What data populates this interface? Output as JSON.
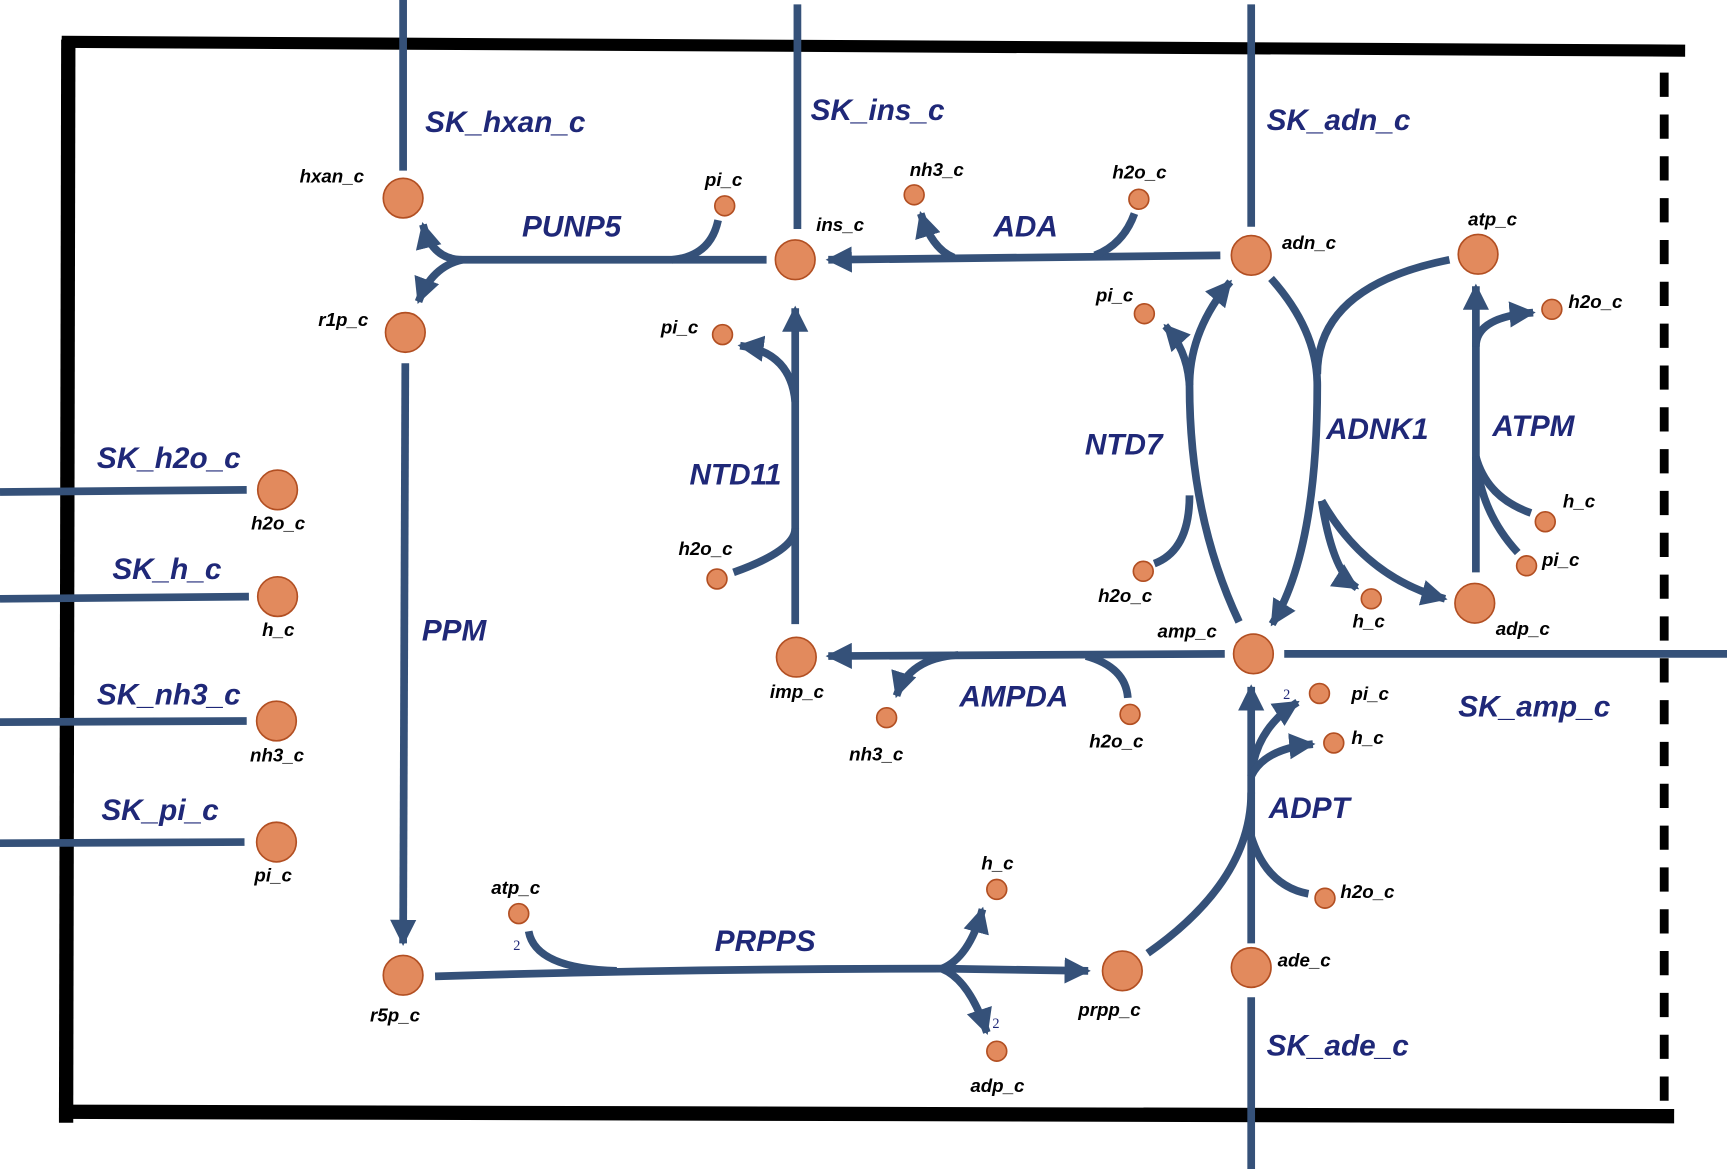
{
  "reactions": {
    "SK_hxan_c": "SK_hxan_c",
    "SK_ins_c": "SK_ins_c",
    "SK_adn_c": "SK_adn_c",
    "PUNP5": "PUNP5",
    "ADA": "ADA",
    "NTD11": "NTD11",
    "NTD7": "NTD7",
    "ADNK1": "ADNK1",
    "ATPM": "ATPM",
    "SK_h2o_c": "SK_h2o_c",
    "SK_h_c": "SK_h_c",
    "SK_nh3_c": "SK_nh3_c",
    "SK_pi_c": "SK_pi_c",
    "PPM": "PPM",
    "AMPDA": "AMPDA",
    "SK_amp_c": "SK_amp_c",
    "ADPT": "ADPT",
    "PRPPS": "PRPPS",
    "SK_ade_c": "SK_ade_c"
  },
  "metabolites": {
    "hxan_c": "hxan_c",
    "r1p_c": "r1p_c",
    "pi_c_punp5": "pi_c",
    "ins_c": "ins_c",
    "nh3_c_ada": "nh3_c",
    "h2o_c_ada": "h2o_c",
    "adn_c": "adn_c",
    "atp_c_atpm": "atp_c",
    "h2o_c_atpm": "h2o_c",
    "pi_c_ntd7": "pi_c",
    "pi_c_ntd11": "pi_c",
    "h2o_c_ntd11": "h2o_c",
    "h2o_c_ntd7": "h2o_c",
    "h_c_adnk1": "h_c",
    "adp_c_adnk1": "adp_c",
    "h_c_atpm": "h_c",
    "pi_c_atpm": "pi_c",
    "amp_c": "amp_c",
    "imp_c": "imp_c",
    "nh3_c_ampda": "nh3_c",
    "h2o_c_ampda": "h2o_c",
    "pi_c_adpt": "pi_c",
    "h_c_adpt": "h_c",
    "h2o_c_adpt": "h2o_c",
    "ade_c": "ade_c",
    "prpp_c": "prpp_c",
    "h_c_prpps": "h_c",
    "adp_c_prpps": "adp_c",
    "atp_c_prpps": "atp_c",
    "r5p_c": "r5p_c",
    "h2o_c": "h2o_c",
    "h_c": "h_c",
    "nh3_c": "nh3_c",
    "pi_c": "pi_c"
  },
  "stoichiometry": {
    "atp_prpps": "2",
    "adp_prpps": "2",
    "pi_adpt": "2"
  },
  "colors": {
    "edge": "#355179",
    "node_fill": "#e28a5d",
    "node_stroke": "#b24f22",
    "reaction_label": "#1f2878",
    "compartment_border": "#000000"
  }
}
